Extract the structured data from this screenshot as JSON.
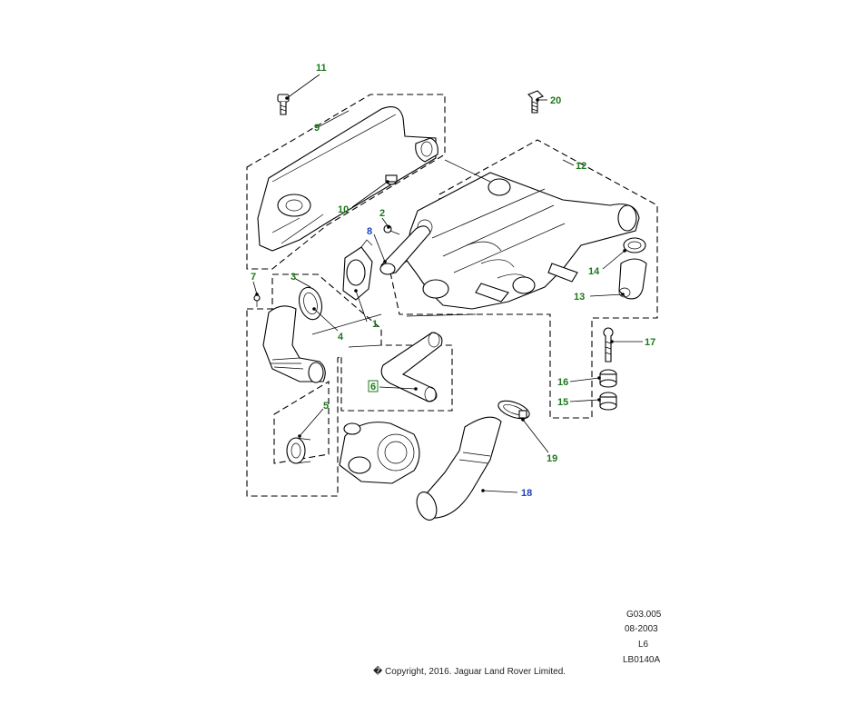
{
  "diagram": {
    "callouts": [
      {
        "id": "1",
        "label": "1",
        "color": "#1a7a1a"
      },
      {
        "id": "2",
        "label": "2",
        "color": "#1a7a1a"
      },
      {
        "id": "3",
        "label": "3",
        "color": "#1a7a1a"
      },
      {
        "id": "4",
        "label": "4",
        "color": "#1a7a1a"
      },
      {
        "id": "5",
        "label": "5",
        "color": "#1a7a1a"
      },
      {
        "id": "6",
        "label": "6",
        "color": "#1a7a1a"
      },
      {
        "id": "7",
        "label": "7",
        "color": "#1a7a1a"
      },
      {
        "id": "8",
        "label": "8",
        "color": "#1f3fbf"
      },
      {
        "id": "9",
        "label": "9",
        "color": "#1a7a1a"
      },
      {
        "id": "10",
        "label": "10",
        "color": "#1a7a1a"
      },
      {
        "id": "11",
        "label": "11",
        "color": "#1a7a1a"
      },
      {
        "id": "12",
        "label": "12",
        "color": "#1a7a1a"
      },
      {
        "id": "13",
        "label": "13",
        "color": "#1a7a1a"
      },
      {
        "id": "14",
        "label": "14",
        "color": "#1a7a1a"
      },
      {
        "id": "15",
        "label": "15",
        "color": "#1a7a1a"
      },
      {
        "id": "16",
        "label": "16",
        "color": "#1a7a1a"
      },
      {
        "id": "17",
        "label": "17",
        "color": "#1a7a1a"
      },
      {
        "id": "18",
        "label": "18",
        "color": "#1f3fbf"
      },
      {
        "id": "19",
        "label": "19",
        "color": "#1a7a1a"
      },
      {
        "id": "20",
        "label": "20",
        "color": "#1a7a1a"
      }
    ]
  },
  "reference": {
    "code": "G03.005",
    "date": "08-2003",
    "model": "L6",
    "illustration": "LB0140A"
  },
  "copyright": "� Copyright, 2016. Jaguar Land Rover Limited."
}
